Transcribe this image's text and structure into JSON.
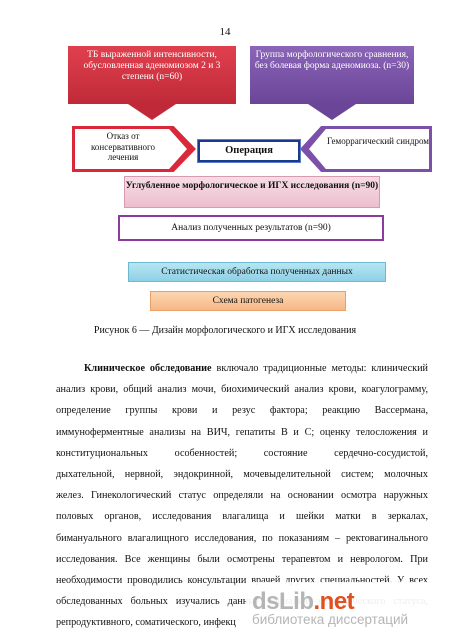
{
  "page_number": "14",
  "diagram": {
    "box_tb": "ТБ выраженной интенсивности, обусловленная аденомиозом 2 и 3 степени (n=60)",
    "box_comparison": "Группа морфологического сравнения, без болевая форма аденомиоза. (n=30)",
    "refusal": "Отказ от консервативного лечения",
    "operation": "Операция",
    "hemorrhagic": "Геморрагический синдром",
    "deep_study": "Углубленное морфологическое и ИГХ исследования (n=90)",
    "analysis": "Анализ полученных результатов (n=90)",
    "statistics": "Статистическая обработка полученных данных",
    "scheme": "Схема патогенеза",
    "colors": {
      "tb_box": "#c02a38",
      "comparison_box": "#6b4597",
      "operation_border": "#1a3b8c",
      "statistics_box": "#8fd0e6",
      "scheme_box": "#f6b886"
    }
  },
  "caption": "Рисунок 6 — Дизайн морфологического и ИГХ исследования",
  "paragraph": {
    "lead": "Клиническое обследование",
    "lines": [
      " включало традиционные методы: клинический",
      "анализ крови, общий анализ мочи, биохимический анализ крови, коагулограмму,",
      "определение группы крови и резус фактора; реакцию Вассермана,",
      "иммуноферментные анализы на ВИЧ, гепатиты В и С; оценку телосложения и",
      "конституциональных особенностей; состояние сердечно-сосудистой,",
      "дыхательной, нервной, эндокринной, мочевыделительной систем; молочных",
      "желез. Гинекологический статус определяли на основании осмотра наружных",
      "половых органов, исследования влагалища и шейки матки в зеркалах,",
      "бимануального влагалищного исследования, по показаниям – ректовагинального",
      "исследования. Все женщины были осмотрены терапевтом и неврологом. При",
      "необходимости проводились консультации врачей других специальностей. У всех",
      "обследованных больных изучались данные социально-экономического статуса,",
      "репродуктивного, соматического, инфекц"
    ]
  },
  "watermark": {
    "logo_main": "dsLib",
    "logo_tld": ".net",
    "subtitle": "библиотека диссертаций"
  }
}
